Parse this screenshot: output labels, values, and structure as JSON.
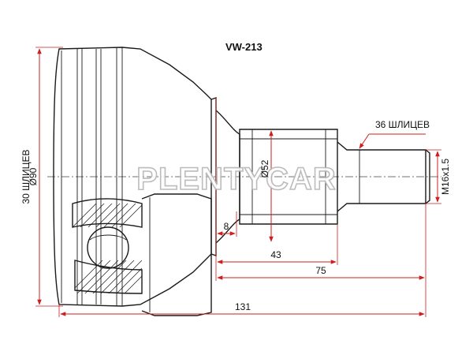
{
  "title": "VW-213",
  "watermark": "PLENTYCAR",
  "labels": {
    "left_splines": "30 ШЛИЦЕВ",
    "outer_diameter": "Ø90",
    "right_splines": "36 ШЛИЦЕВ",
    "thread": "M16x1.5",
    "shaft_diameter": "Ø52",
    "dim_8": "8",
    "dim_43": "43",
    "dim_75": "75",
    "dim_131": "131"
  },
  "colors": {
    "dimension": "#cc1f1f",
    "outline": "#1a1a1a",
    "watermark": "#b5b5b5"
  }
}
